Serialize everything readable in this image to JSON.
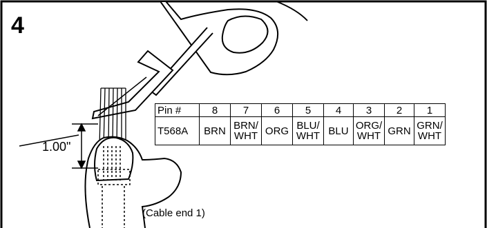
{
  "step_number": "4",
  "measurement_label": "1.00\"",
  "caption": "(Cable end 1)",
  "pin_table": {
    "header_label": "Pin #",
    "standard_label": "T568A",
    "columns": [
      {
        "pin": "8",
        "color": "BRN"
      },
      {
        "pin": "7",
        "color": "BRN/ WHT"
      },
      {
        "pin": "6",
        "color": "ORG"
      },
      {
        "pin": "5",
        "color": "BLU/ WHT"
      },
      {
        "pin": "4",
        "color": "BLU"
      },
      {
        "pin": "3",
        "color": "ORG/ WHT"
      },
      {
        "pin": "2",
        "color": "GRN"
      },
      {
        "pin": "1",
        "color": "GRN/ WHT"
      }
    ]
  }
}
